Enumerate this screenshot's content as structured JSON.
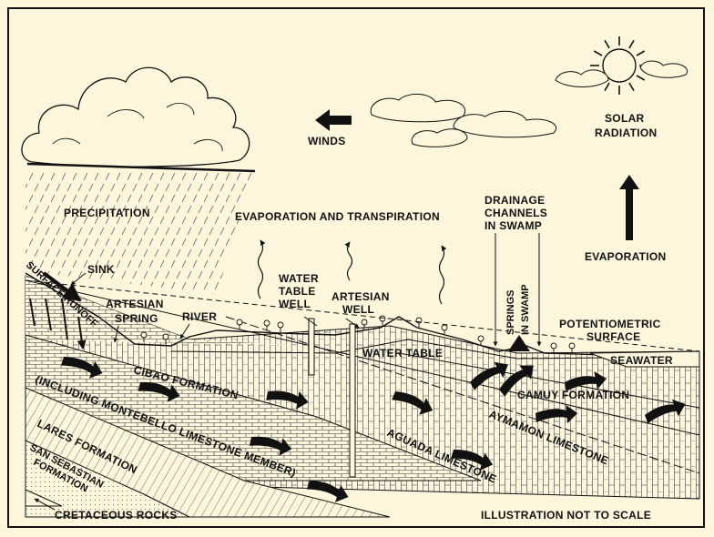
{
  "labels": {
    "winds": "WINDS",
    "solar_line1": "SOLAR",
    "solar_line2": "RADIATION",
    "precipitation": "PRECIPITATION",
    "evap_transp": "EVAPORATION AND TRANSPIRATION",
    "drainage_line1": "DRAINAGE",
    "drainage_line2": "CHANNELS",
    "drainage_line3": "IN SWAMP",
    "evaporation": "EVAPORATION",
    "sink": "SINK",
    "surface_runoff": "SURFACE RUNOFF",
    "artesian_spring_line1": "ARTESIAN",
    "artesian_spring_line2": "SPRING",
    "river": "RIVER",
    "wt_well_line1": "WATER",
    "wt_well_line2": "TABLE",
    "wt_well_line3": "WELL",
    "art_well_line1": "ARTESIAN",
    "art_well_line2": "WELL",
    "springs_line1": "SPRINGS",
    "springs_line2": "IN SWAMP",
    "potentiometric_line1": "POTENTIOMETRIC",
    "potentiometric_line2": "SURFACE",
    "water_table": "WATER TABLE",
    "seawater": "SEAWATER",
    "camuy": "CAMUY FORMATION",
    "cibao": "CIBAO FORMATION",
    "montebello": "(INCLUDING MONTEBELLO LIMESTONE MEMBER)",
    "aymamon": "AYMAMON LIMESTONE",
    "aguada": "AGUADA LIMESTONE",
    "lares": "LARES FORMATION",
    "sansebastian_line1": "SAN SEBASTIAN",
    "sansebastian_line2": "FORMATION",
    "cretaceous": "CRETACEOUS ROCKS",
    "not_to_scale": "ILLUSTRATION NOT TO SCALE"
  },
  "colors": {
    "paper": "#fdf6dd",
    "ink": "#111111"
  }
}
